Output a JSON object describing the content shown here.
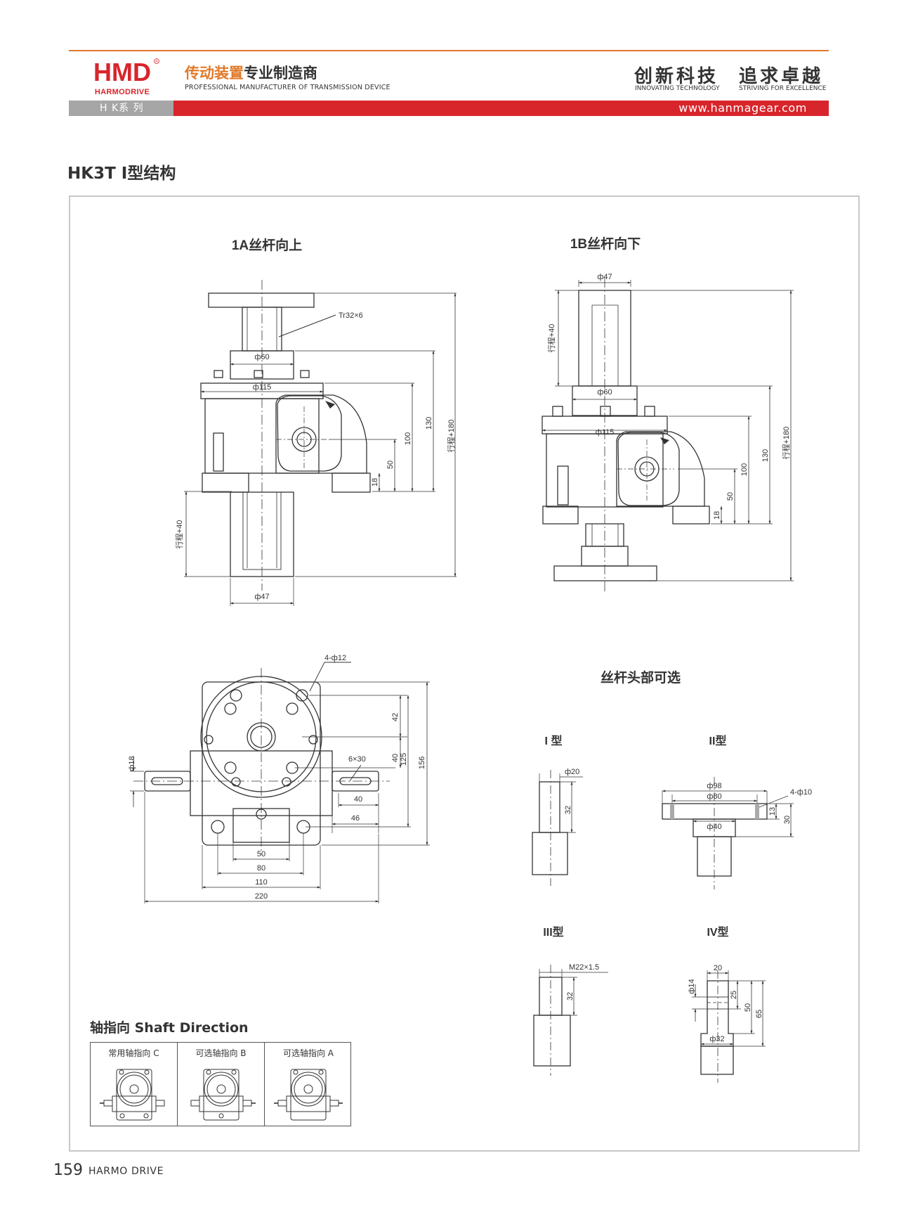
{
  "header": {
    "logo_text": "HMD",
    "logo_sub": "HARMODRIVE",
    "tagline_cn_orange": "传动装置",
    "tagline_cn_dark": "专业制造商",
    "tagline_en": "PROFESSIONAL MANUFACTURER OF TRANSMISSION DEVICE",
    "slogan_1": "创新科技",
    "slogan_1_en": "INNOVATING TECHNOLOGY",
    "slogan_2": "追求卓越",
    "slogan_2_en": "STRIVING FOR EXCELLENCE",
    "series": "H K系 列",
    "url": "www.hanmagear.com"
  },
  "page_title": "HK3T I型结构",
  "sections": {
    "up": "1A丝杆向上",
    "down": "1B丝杆向下",
    "heads": "丝杆头部可选"
  },
  "view_up": {
    "thread": "Tr32×6",
    "d60": "ф60",
    "d115": "ф115",
    "d47": "ф47",
    "h100": "100",
    "h130": "130",
    "stroke180": "行程+180",
    "h50": "50",
    "h18": "18",
    "stroke40": "行程+40"
  },
  "view_down": {
    "d47": "ф47",
    "stroke40": "行程+40",
    "d60": "ф60",
    "d115": "ф115",
    "h100": "100",
    "h130": "130",
    "stroke180": "行程+180",
    "h50": "50",
    "h18": "18"
  },
  "view_top": {
    "holes": "4-ф12",
    "d42": "42",
    "d40": "40",
    "d125": "125",
    "d156": "156",
    "d18": "ф18",
    "key": "6×30",
    "w40": "40",
    "w46": "46",
    "w50": "50",
    "w80": "80",
    "w110": "110",
    "w220": "220"
  },
  "heads": {
    "t1": {
      "label": "I 型",
      "d": "ф20",
      "h": "32"
    },
    "t2": {
      "label": "II型",
      "d98": "ф98",
      "d80": "ф80",
      "holes": "4-ф10",
      "d40": "ф40",
      "h13": "13",
      "h30": "30"
    },
    "t3": {
      "label": "III型",
      "thread": "M22×1.5",
      "h": "32"
    },
    "t4": {
      "label": "IV型",
      "w20": "20",
      "d14": "ф14",
      "h25": "25",
      "h50": "50",
      "h65": "65",
      "d32": "ф32"
    }
  },
  "shaft_direction": {
    "title": "轴指向 Shaft Direction",
    "cells": [
      "常用轴指向 C",
      "可选轴指向 B",
      "可选轴指向 A"
    ]
  },
  "footer": {
    "page_number": "159",
    "brand": "HARMO DRIVE"
  }
}
